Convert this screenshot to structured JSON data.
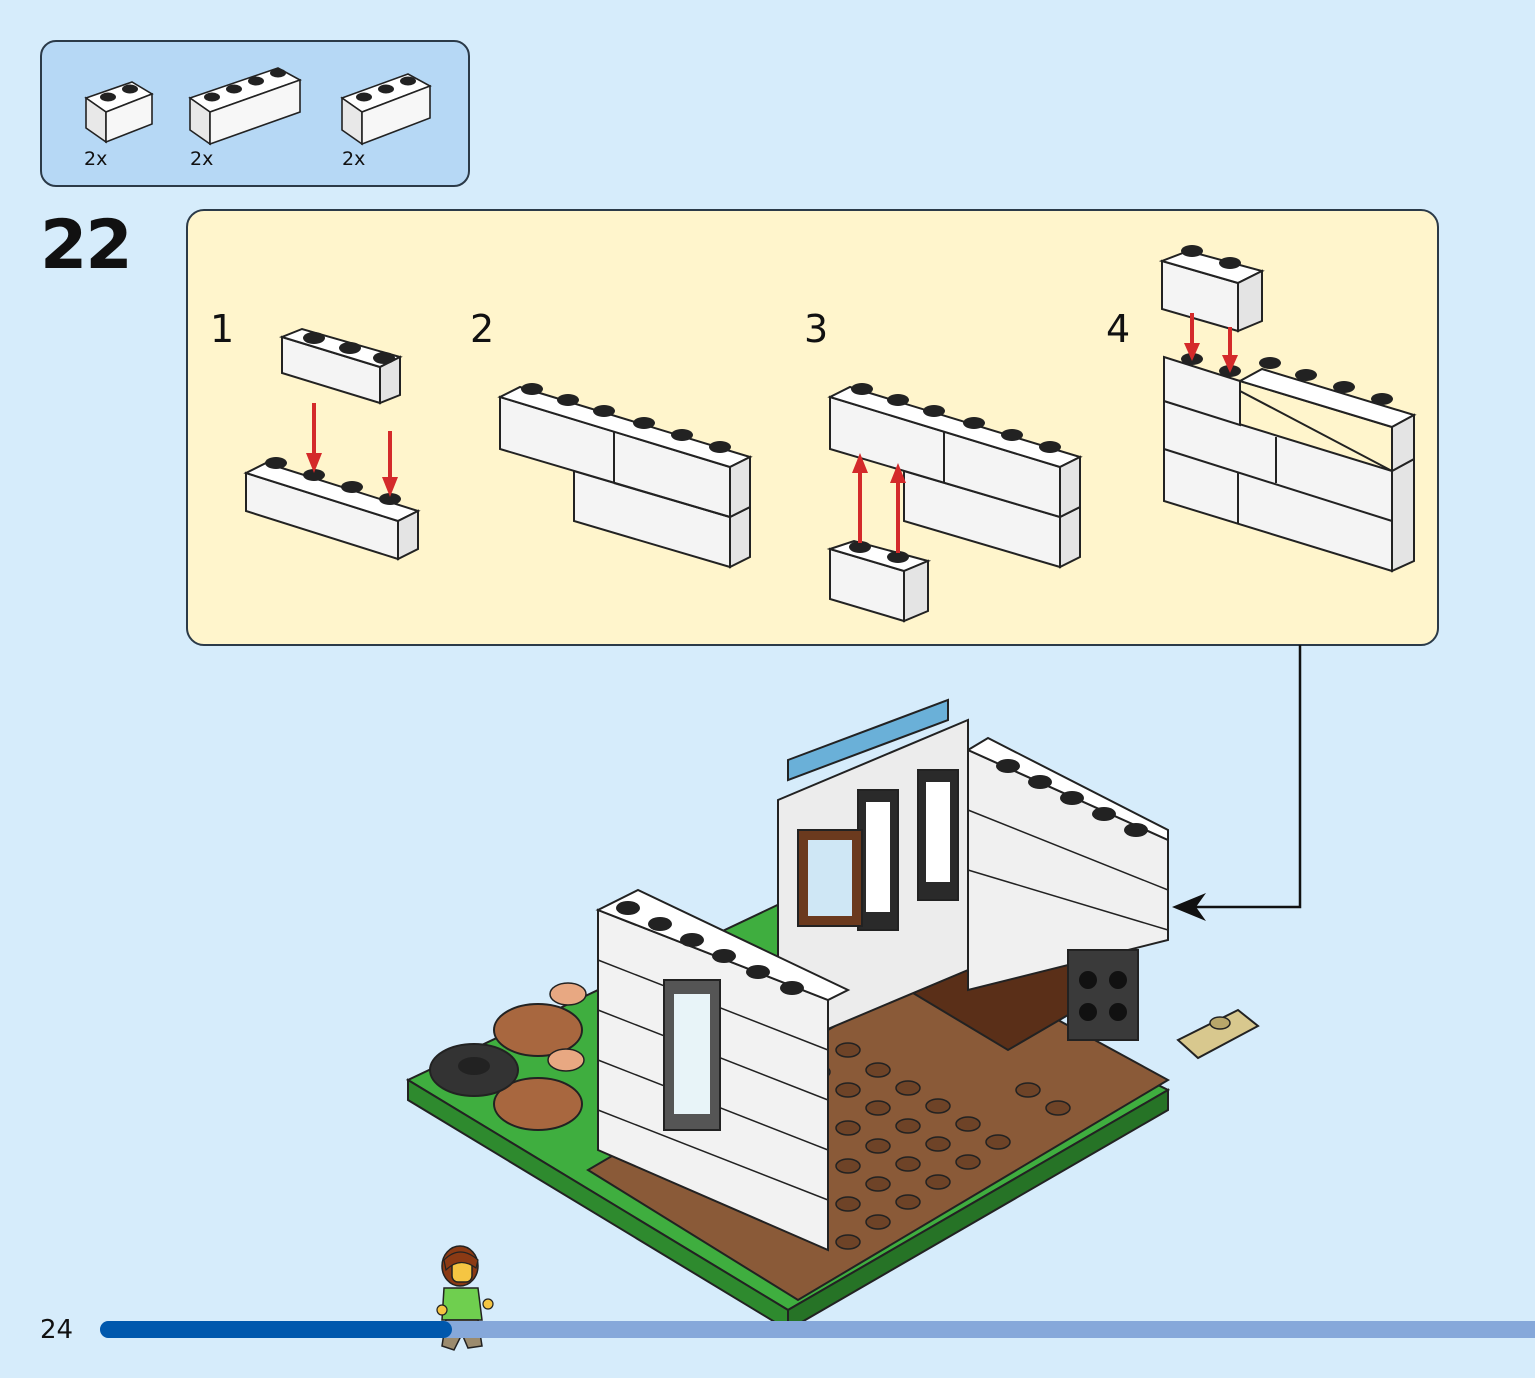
{
  "parts_list": [
    {
      "name": "brick-1x2-white",
      "qty": "2x"
    },
    {
      "name": "brick-1x4-white",
      "qty": "2x"
    },
    {
      "name": "brick-1x3-white",
      "qty": "2x"
    }
  ],
  "step": {
    "number": "22"
  },
  "substeps": [
    {
      "number": "1"
    },
    {
      "number": "2"
    },
    {
      "number": "3"
    },
    {
      "number": "4"
    }
  ],
  "page": {
    "number": "24"
  },
  "progress": {
    "fraction": 0.245
  },
  "colors": {
    "background": "#d6ecfb",
    "parts_box": "#b6d8f5",
    "callout_box": "#fff5cc",
    "arrow_red": "#d42a2a",
    "brick_white": "#ffffff",
    "progress_done": "#0058ad",
    "progress_remaining": "#86a8da"
  },
  "icons": [
    "arrow-down-icon",
    "arrow-up-icon",
    "callout-arrow-icon",
    "minifigure-icon"
  ]
}
